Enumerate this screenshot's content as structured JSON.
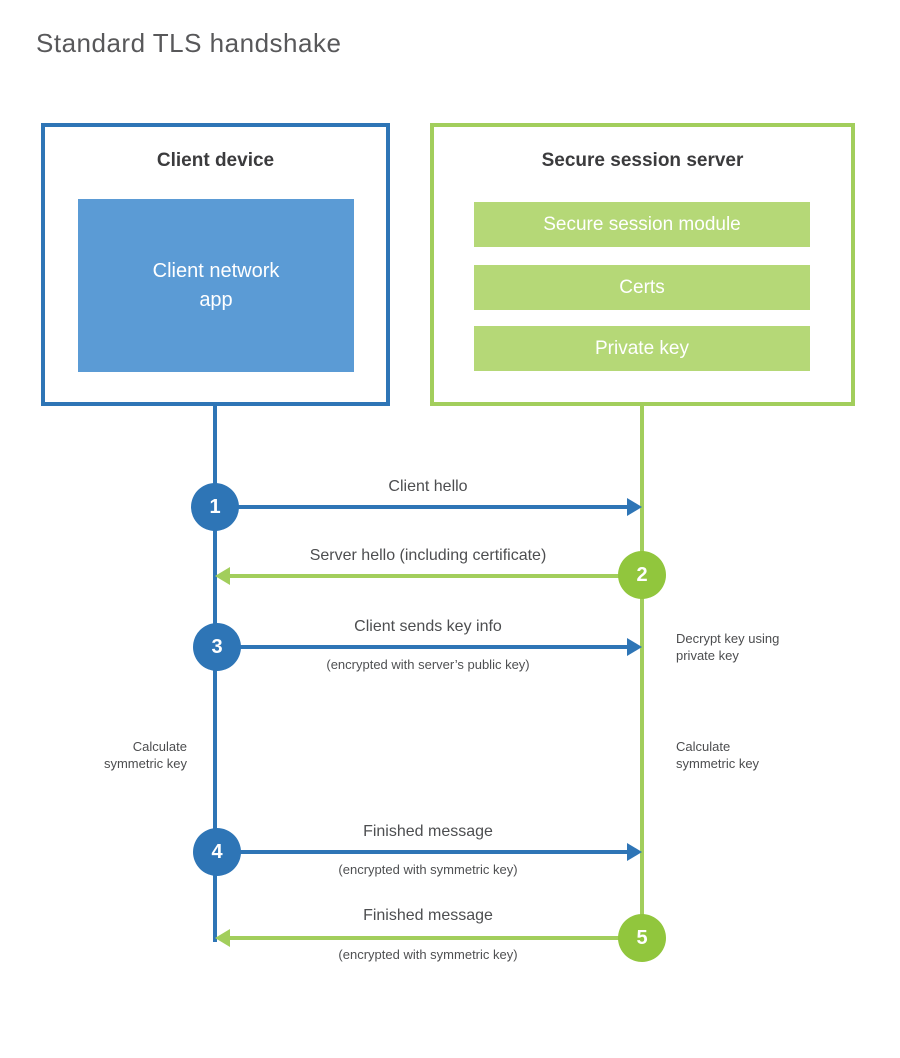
{
  "page": {
    "title": "Standard TLS handshake"
  },
  "colors": {
    "blue": "#2e75b6",
    "blue_fill": "#5b9bd5",
    "green": "#a2ce5c",
    "green_circle": "#91c63d",
    "green_fill": "#b5d877"
  },
  "client": {
    "title": "Client device",
    "app_label": "Client network\napp"
  },
  "server": {
    "title": "Secure session server",
    "modules": [
      "Secure session module",
      "Certs",
      "Private key"
    ]
  },
  "messages": [
    {
      "step": "1",
      "label": "Client hello",
      "sublabel": "",
      "from": "client",
      "to": "server"
    },
    {
      "step": "2",
      "label": "Server hello (including certificate)",
      "sublabel": "",
      "from": "server",
      "to": "client"
    },
    {
      "step": "3",
      "label": "Client sends key info",
      "sublabel": "(encrypted with server’s public key)",
      "from": "client",
      "to": "server"
    },
    {
      "step": "4",
      "label": "Finished message",
      "sublabel": "(encrypted with symmetric key)",
      "from": "client",
      "to": "server"
    },
    {
      "step": "5",
      "label": "Finished message",
      "sublabel": "(encrypted with symmetric key)",
      "from": "server",
      "to": "client"
    }
  ],
  "side_notes": {
    "decrypt": "Decrypt key using\nprivate key",
    "calculate_left": "Calculate\nsymmetric key",
    "calculate_right": "Calculate\nsymmetric key"
  }
}
